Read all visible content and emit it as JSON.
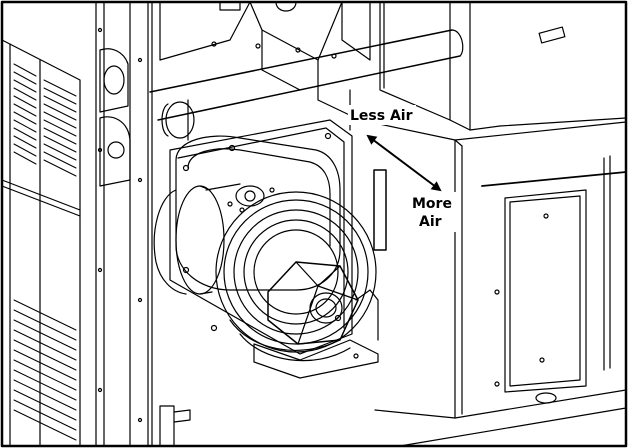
{
  "labels": {
    "less_air": "Less Air",
    "more_air_line1": "More",
    "more_air_line2": "Air"
  },
  "colors": {
    "line": "#000000",
    "background": "#ffffff"
  }
}
